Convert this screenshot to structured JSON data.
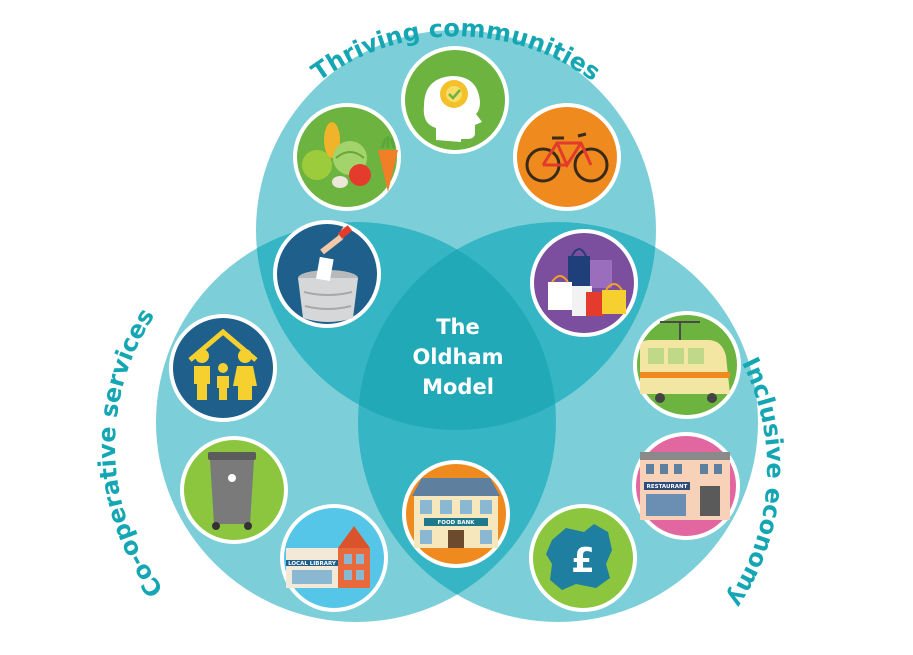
{
  "diagram": {
    "center_lines": [
      "The",
      "Oldham",
      "Model"
    ],
    "circles": {
      "top": "Thriving communities",
      "left": "Co-operative services",
      "right": "Inclusive economy"
    },
    "icons": {
      "top": [
        "fruit-and-vegetables",
        "mental-wellbeing",
        "bicycle"
      ],
      "left": [
        "family-housing",
        "waste-bin",
        "local-library"
      ],
      "right": [
        "shopping-bags",
        "tram",
        "restaurant",
        "oldham-pound-map"
      ],
      "overlap_top_left": [
        "ballot-box"
      ],
      "overlap_bottom": [
        "food-bank"
      ]
    },
    "signs": {
      "library": "LOCAL LIBRARY",
      "food_bank": "FOOD BANK",
      "restaurant": "RESTAURANT",
      "pound": "£"
    },
    "colors": {
      "circle_fill": "#7ccfd8",
      "overlap_fill": "#36b6c4",
      "center_fill": "#22a9b7",
      "label_text": "#14a6b3",
      "icon_border": "#ffffff",
      "green": "#6db33f",
      "orange": "#ef8a1f",
      "purple": "#7b4f9e",
      "navy": "#1e5f8b",
      "pink": "#e2669f",
      "lime": "#8cc63f",
      "sky": "#56c6e8"
    }
  }
}
